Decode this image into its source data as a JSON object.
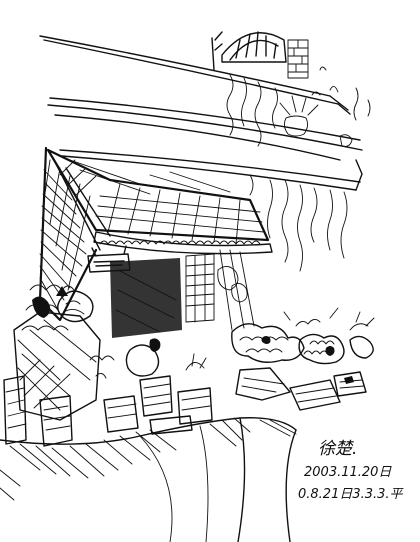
{
  "artwork": {
    "medium": "pen-and-ink sketch",
    "signature": {
      "lines": [
        "徐楚.",
        "2003.11.20日",
        "0.8.21日3.3.3.平"
      ]
    },
    "colors": {
      "ink": "#111111",
      "paper": "#ffffff"
    }
  }
}
